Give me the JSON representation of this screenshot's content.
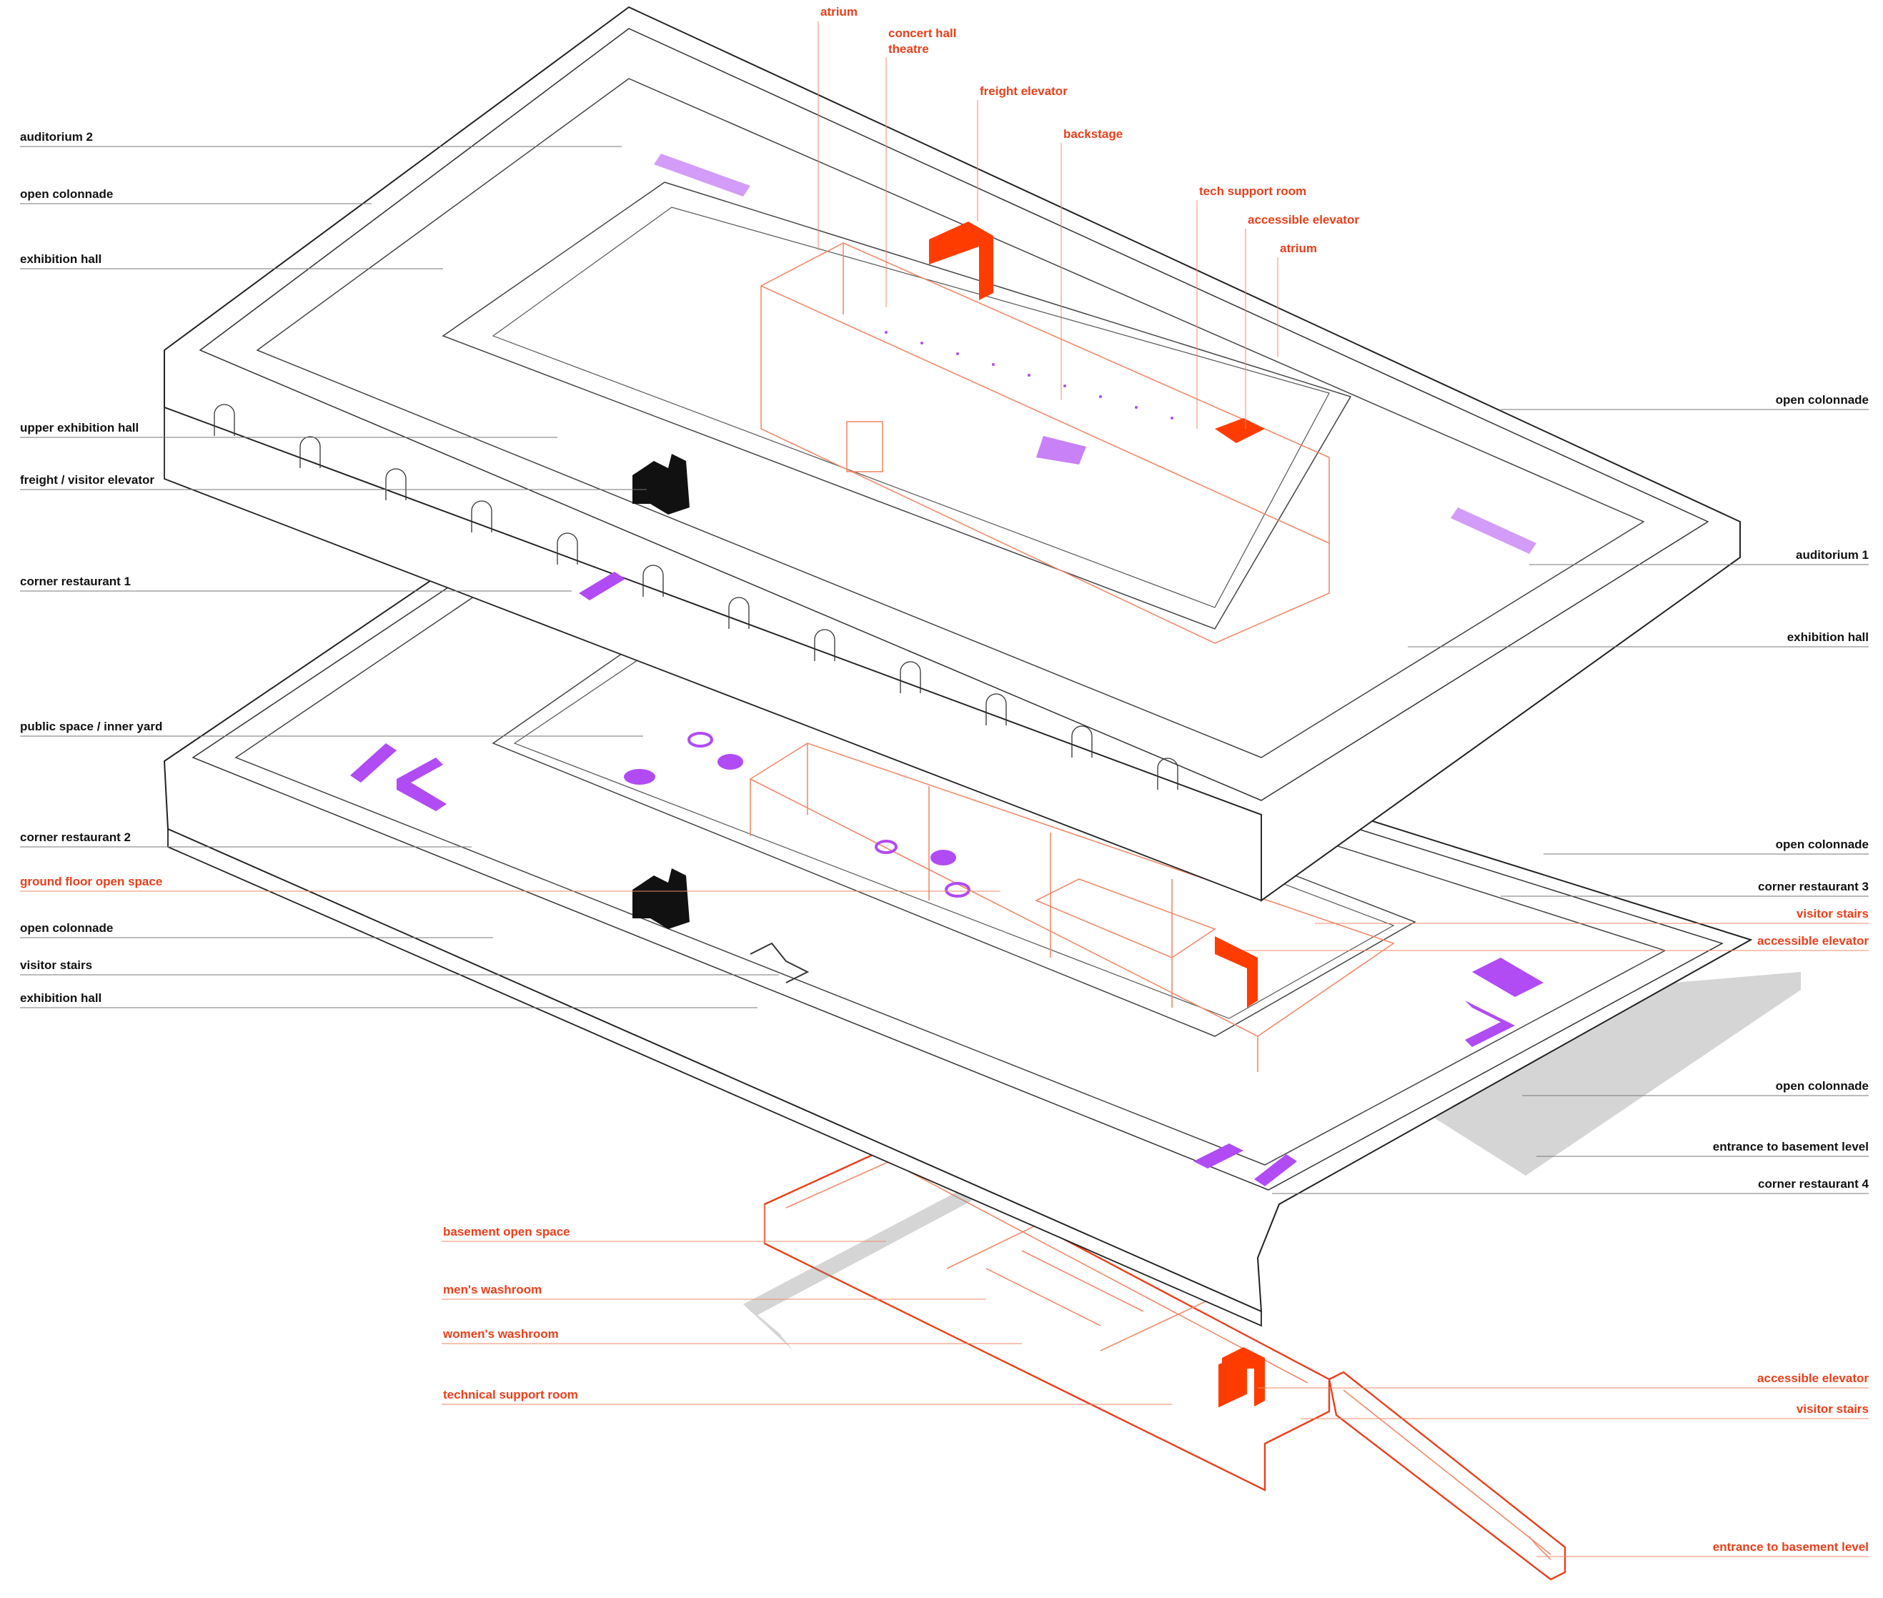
{
  "colors": {
    "label_black": "#111111",
    "label_red": "#e8401c",
    "accent_purple": "#b14bf4",
    "solid_red": "#ff3c00",
    "dark": "#111111"
  },
  "labels": {
    "left_upper": [
      {
        "id": "auditorium-2",
        "text": "auditorium 2"
      },
      {
        "id": "open-colonnade-1",
        "text": "open colonnade"
      },
      {
        "id": "exhibition-hall-1",
        "text": "exhibition hall"
      },
      {
        "id": "upper-exhibition-hall",
        "text": "upper exhibition hall"
      },
      {
        "id": "freight-visitor-elevator",
        "text": "freight / visitor elevator"
      },
      {
        "id": "corner-restaurant-1",
        "text": "corner restaurant 1"
      }
    ],
    "left_lower": [
      {
        "id": "public-space",
        "text": "public space / inner yard"
      },
      {
        "id": "corner-restaurant-2",
        "text": "corner restaurant 2"
      },
      {
        "id": "ground-floor-open-space",
        "text": "ground floor open space"
      },
      {
        "id": "open-colonnade-2",
        "text": "open colonnade"
      },
      {
        "id": "visitor-stairs-1",
        "text": "visitor stairs"
      },
      {
        "id": "exhibition-hall-2",
        "text": "exhibition hall"
      }
    ],
    "top": [
      {
        "id": "atrium-1",
        "text": "atrium"
      },
      {
        "id": "concert-hall",
        "text": "concert hall"
      },
      {
        "id": "theatre",
        "text": "theatre"
      },
      {
        "id": "freight-elevator",
        "text": "freight elevator"
      },
      {
        "id": "backstage",
        "text": "backstage"
      },
      {
        "id": "tech-support-room",
        "text": "tech support room"
      },
      {
        "id": "accessible-elevator-1",
        "text": "accessible elevator"
      },
      {
        "id": "atrium-2",
        "text": "atrium"
      }
    ],
    "right": [
      {
        "id": "open-colonnade-3",
        "text": "open colonnade"
      },
      {
        "id": "auditorium-1",
        "text": "auditorium 1"
      },
      {
        "id": "exhibition-hall-3",
        "text": "exhibition hall"
      },
      {
        "id": "open-colonnade-4",
        "text": "open colonnade"
      },
      {
        "id": "corner-restaurant-3",
        "text": "corner restaurant 3"
      },
      {
        "id": "visitor-stairs-2",
        "text": "visitor stairs"
      },
      {
        "id": "accessible-elevator-2",
        "text": "accessible elevator"
      },
      {
        "id": "open-colonnade-5",
        "text": "open colonnade"
      },
      {
        "id": "entrance-basement-1",
        "text": "entrance to basement level"
      },
      {
        "id": "corner-restaurant-4",
        "text": "corner restaurant 4"
      }
    ],
    "basement_left": [
      {
        "id": "basement-open-space",
        "text": "basement open space"
      },
      {
        "id": "mens-washroom",
        "text": "men's washroom"
      },
      {
        "id": "womens-washroom",
        "text": "women's washroom"
      },
      {
        "id": "technical-support-room",
        "text": "technical support room"
      }
    ],
    "basement_right": [
      {
        "id": "accessible-elevator-3",
        "text": "accessible elevator"
      },
      {
        "id": "visitor-stairs-3",
        "text": "visitor stairs"
      },
      {
        "id": "entrance-basement-2",
        "text": "entrance to basement level"
      }
    ]
  }
}
